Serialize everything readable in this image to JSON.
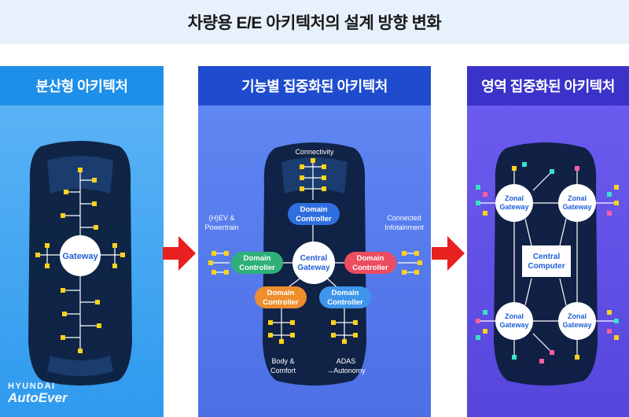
{
  "title": "차량용 E/E 아키텍처의 설계 방향 변화",
  "panels": [
    {
      "heading": "분산형 아키텍처",
      "hub": "Gateway"
    },
    {
      "heading": "기능별 집중화된 아키텍처",
      "center_line1": "Central",
      "center_line2": "Gateway",
      "domain_line1": "Domain",
      "domain_line2": "Controller",
      "labels": {
        "connectivity": "Connectivity",
        "hev_line1": "(H)EV &",
        "hev_line2": "Powertrain",
        "connected_line1": "Connected",
        "connected_line2": "Infotainment",
        "body_line1": "Body &",
        "body_line2": "Comfort",
        "adas_line1": "ADAS",
        "adas_line2": "→Autonomy"
      }
    },
    {
      "heading": "영역 집중화된 아키텍처",
      "zonal_line1": "Zonal",
      "zonal_line2": "Gateway",
      "central_line1": "Central",
      "central_line2": "Computer"
    }
  ],
  "logo": {
    "line1": "HYUNDAI",
    "line2": "AutoEver"
  },
  "colors": {
    "panel1": "#2f9aee",
    "panel2": "#4d6fe6",
    "panel3": "#5646dc",
    "arrow": "#e8201f",
    "domain_blue": "#2f6fe0",
    "domain_green": "#2fb07a",
    "domain_red": "#ec4c5f",
    "domain_orange": "#ee8e2c",
    "domain_sky": "#3f95ea",
    "node_yellow": "#ffd21a"
  }
}
